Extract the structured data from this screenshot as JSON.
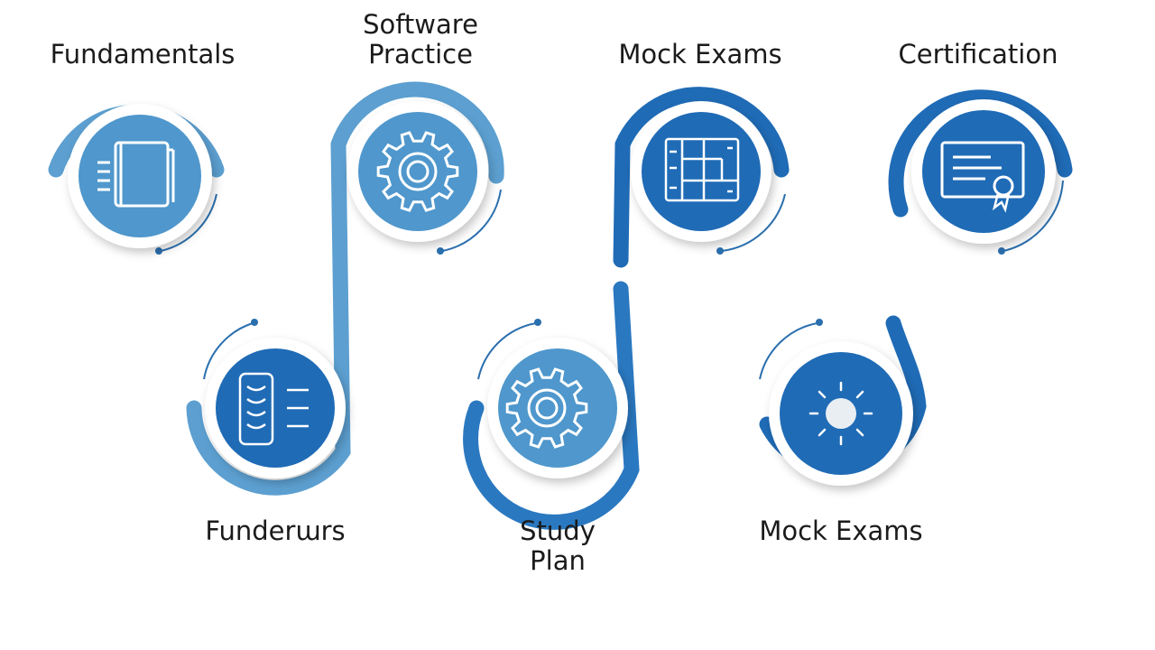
{
  "labels": {
    "fundamentals": "Fundamentals",
    "software_practice_line1": "Software",
    "software_practice_line2": "Practice",
    "mock_exams_top": "Mock Exams",
    "certification": "Certification",
    "funderurrs": "Funderɯrs",
    "study_plan_line1": "Study",
    "study_plan_line2": "Plan",
    "mock_exams_bottom": "Mock Exams"
  },
  "icons": {
    "fundamentals": "book-icon",
    "software_practice": "gear-icon",
    "mock_exams_top": "blueprint-icon",
    "certification": "certificate-icon",
    "funderurrs": "document-list-icon",
    "study_plan": "gear-icon",
    "mock_exams_bottom": "sun-icon"
  },
  "colors": {
    "light_blue": "#4f97cc",
    "medium_blue": "#2a78c0",
    "dark_blue": "#1b63ad",
    "path_light": "#5c9fd0",
    "path_dark": "#1f6bb6",
    "text": "#1b1b1b"
  }
}
